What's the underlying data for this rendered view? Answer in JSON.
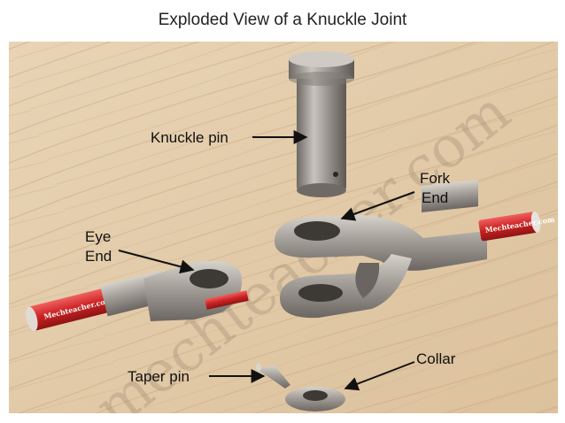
{
  "title": "Exploded View of a Knuckle Joint",
  "labels": {
    "knuckle_pin": "Knuckle pin",
    "fork_end_line1": "Fork",
    "fork_end_line2": "End",
    "eye_end_line1": "Eye",
    "eye_end_line2": "End",
    "taper_pin": "Taper pin",
    "collar": "Collar"
  },
  "watermark": "mechteacher.com",
  "rod_brand": "Mechteacher.com",
  "colors": {
    "wood": "#e3ccaa",
    "steel": "#9b9590",
    "brand_red": "#d22b2b"
  }
}
